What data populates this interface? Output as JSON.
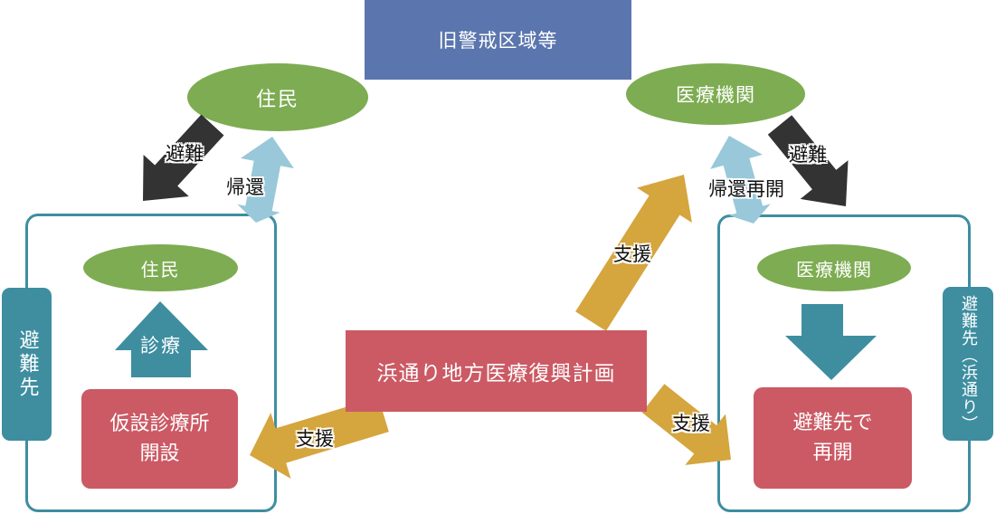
{
  "palette": {
    "blue": "#5B76AE",
    "green": "#7EAC52",
    "teal": "#3E8EA0",
    "red": "#CB5A64",
    "gold": "#D5A53E",
    "light_blue": "#98C8D9",
    "dark": "#333333"
  },
  "regions": {
    "former_caution_zone": "旧警戒区域等",
    "evacuation_site_left_tab": "避難先",
    "evacuation_site_right_tab": "避難先（浜通り）"
  },
  "entities": {
    "residents_top": "住民",
    "medical_top": "医療機関",
    "residents_evacuated": "住民",
    "medical_evacuated": "医療機関",
    "temp_clinic_line1": "仮設診療所",
    "temp_clinic_line2": "開設",
    "reopen_line1": "避難先で",
    "reopen_line2": "再開",
    "plan": "浜通り地方医療復興計画"
  },
  "flow_labels": {
    "evacuate_left": "避難",
    "return_left": "帰還",
    "evacuate_right": "避難",
    "return_reopen_right": "帰還再開",
    "care": "診療",
    "support_left": "支援",
    "support_center": "支援",
    "support_right": "支援"
  }
}
